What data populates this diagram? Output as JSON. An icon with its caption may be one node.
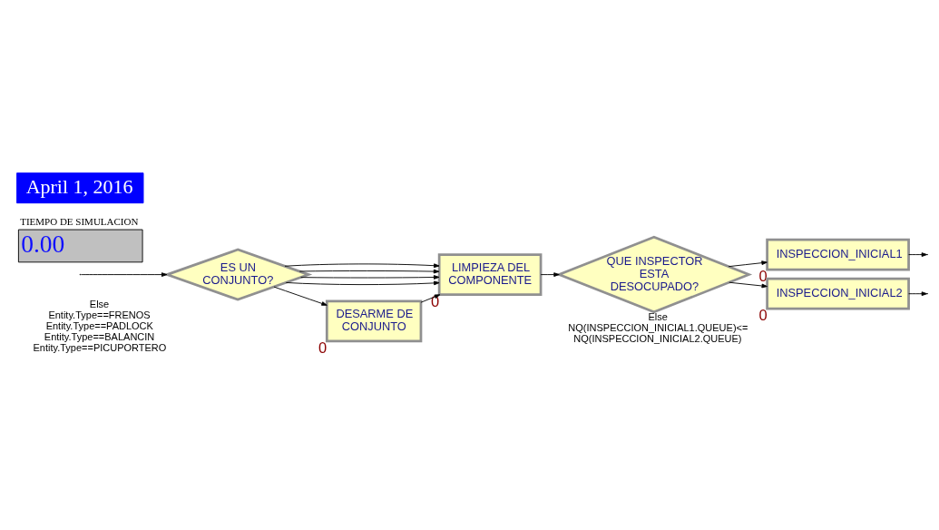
{
  "diagram": {
    "nodes": [
      {
        "text": [
          "ES UN CONJUNTO?"
        ],
        "beside": [
          "Else",
          "Entity.Type==FRENOS",
          "Entity.Type==PADLOCK",
          "Entity.Type==BALANCIN",
          "Entity.Type==PICUPORTERO"
        ]
      },
      {
        "text": [
          "LIMPIEZA DEL COMPONENTE"
        ],
        "beside": [
          "0"
        ]
      },
      {
        "text": [
          "DESARME DE CONJUNTO"
        ],
        "beside": [
          "0"
        ]
      },
      {
        "text": [
          "QUE INSPECTOR ESTA DESOCUPADO?"
        ],
        "beside": [
          "Else",
          "NQ(INSPECCION_INICIAL1.QUEUE)<=NQ(INSPECCION_INICIAL2.QUEUE)"
        ]
      },
      {
        "text": [
          "INSPECCION_INICIAL1"
        ],
        "beside": [
          "0"
        ]
      },
      {
        "text": [
          "INSPECCION_INICIAL2"
        ],
        "beside": [
          "0"
        ]
      },
      {
        "text": [
          "TIEMPO DE SIMULACION",
          "0.00"
        ]
      },
      {
        "text": [
          "April 1, 2016"
        ]
      }
    ],
    "edges": [
      {
        "from": null,
        "to": 0,
        "arrow": "to"
      },
      {
        "from": 0,
        "to": 1,
        "arrow": "to"
      },
      {
        "from": 0,
        "to": 1,
        "arrow": "to"
      },
      {
        "from": 0,
        "to": 1,
        "arrow": "to"
      },
      {
        "from": 0,
        "to": 2,
        "arrow": "to"
      },
      {
        "from": 0,
        "to": 1,
        "arrow": "to"
      },
      {
        "from": 2,
        "to": 1,
        "arrow": "to"
      },
      {
        "from": 1,
        "to": 3,
        "arrow": "to"
      },
      {
        "from": 3,
        "to": 4,
        "arrow": "to"
      },
      {
        "from": 3,
        "to": 5,
        "arrow": "to"
      },
      {
        "from": 4,
        "to": null,
        "arrow": "to"
      },
      {
        "from": 5,
        "to": null,
        "arrow": "to"
      }
    ]
  }
}
